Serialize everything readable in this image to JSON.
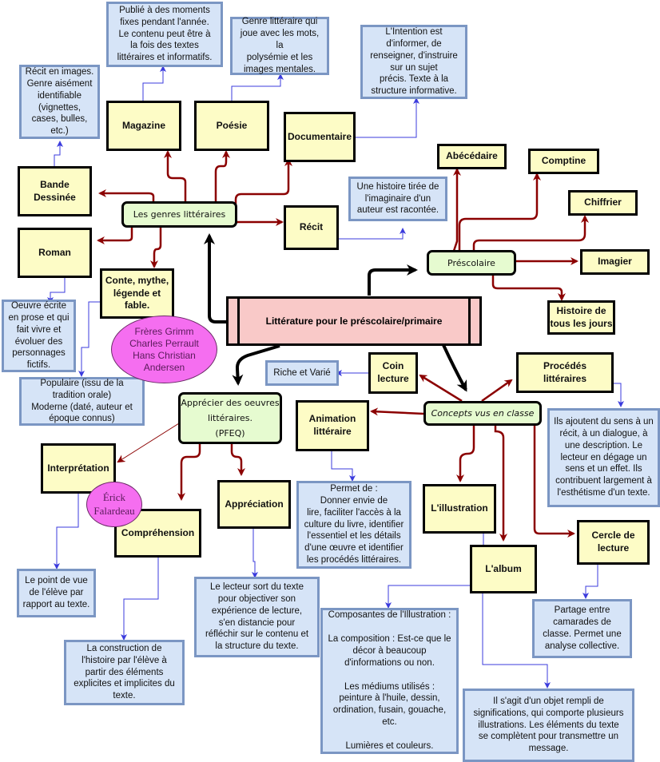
{
  "title": "Littérature pour le préscolaire/primaire",
  "colors": {
    "concept_fill": "#fdfcc6",
    "note_fill": "#d6e4f7",
    "note_border": "#7b96c3",
    "hub_fill": "#e6fbd0",
    "main_fill": "#f9c9c8",
    "author_fill": "#f56ef0",
    "arrow_red": "#8b0000",
    "arrow_blue": "#3b3bdd",
    "arrow_black": "#000000"
  },
  "hubs": {
    "genres": "Les genres littéraires",
    "prescolaire": "Préscolaire",
    "concepts": "Concepts vus en classe",
    "apprecier": "Apprécier des oeuvres\nlittéraires.\n(PFEQ)"
  },
  "concepts": {
    "magazine": "Magazine",
    "poesie": "Poésie",
    "documentaire": "Documentaire",
    "bande_dessinee": "Bande\nDessinée",
    "roman": "Roman",
    "recit": "Récit",
    "conte": "Conte, mythe,\nlégende et\nfable.",
    "abecedaire": "Abécédaire",
    "comptine": "Comptine",
    "chiffrier": "Chiffrier",
    "imagier": "Imagier",
    "histoire_jours": "Histoire de\ntous les jours",
    "coin_lecture": "Coin\nlecture",
    "procedes": "Procédés\nlittéraires",
    "animation": "Animation\nlittéraire",
    "illustration": "L'illustration",
    "album": "L'album",
    "cercle": "Cercle de\nlecture",
    "interpretation": "Interprétation",
    "comprehension": "Compréhension",
    "appreciation": "Appréciation"
  },
  "notes": {
    "magazine": "Publié à des moments\nfixes pendant l'année.\nLe contenu peut être à\nla fois des textes\nlittéraires et informatifs.",
    "poesie": "Genre littéraire qui\njoue avec les mots, la\npolysémie et les\nimages mentales.",
    "documentaire": "L'Intention est\nd'informer, de\nrenseigner, d'instruire\nsur un sujet\nprécis. Texte à la\nstructure informative.",
    "bande_dessinee": "Récit en images.\nGenre aisément\nidentifiable\n(vignettes,\ncases, bulles,\netc.)",
    "recit": "Une histoire tirée de\nl'imaginaire d'un\nauteur est racontée.",
    "roman": "Oeuvre écrite\nen prose et qui\nfait vivre et\névoluer des\npersonnages\nfictifs.",
    "conte": "Populaire (issu de la\ntradition orale)\nModerne (daté, auteur et\népoque connus)",
    "coin_lecture": "Riche et Varié",
    "procedes": "Ils ajoutent du sens à un\nrécit, à un dialogue, à\nune description. Le\nlecteur en dégage un\nsens et un effet. Ils\ncontribuent largement à\nl'esthétisme d'un texte.",
    "animation": "Permet de :\nDonner envie de\nlire, faciliter l'accès à la\nculture du livre, identifier\nl'essentiel et les détails\nd'une œuvre et identifier\nles procédés littéraires.",
    "interpretation": "Le point de vue\nde l'élève par\nrapport au texte.",
    "comprehension": "La construction de\nl'histoire par l'élève à\npartir des éléments\nexplicites et implicites du\ntexte.",
    "appreciation": "Le lecteur sort du texte\npour objectiver son\nexpérience de lecture,\ns'en distancie pour\nréfléchir sur le contenu et\nla structure du texte.",
    "illustration": "Composantes de l'Illustration :\n\nLa composition : Est-ce que le\ndécor à beaucoup\nd'informations ou non.\n\nLes médiums utilisés :\npeinture à l'huile, dessin,\nordination, fusain, gouache,\netc.\n\nLumières et couleurs.",
    "cercle": "Partage entre\ncamarades de\nclasse. Permet une\nanalyse collective.",
    "album": "Il s'agit d'un objet rempli de\nsignifications, qui comporte plusieurs\nillustrations. Les éléments du texte\nse complètent pour transmettre un\nmessage."
  },
  "authors": {
    "conte": "Frères Grimm\nCharles Perrault\nHans Christian\nAndersen",
    "falardeau": "Érick\nFalardeau"
  }
}
